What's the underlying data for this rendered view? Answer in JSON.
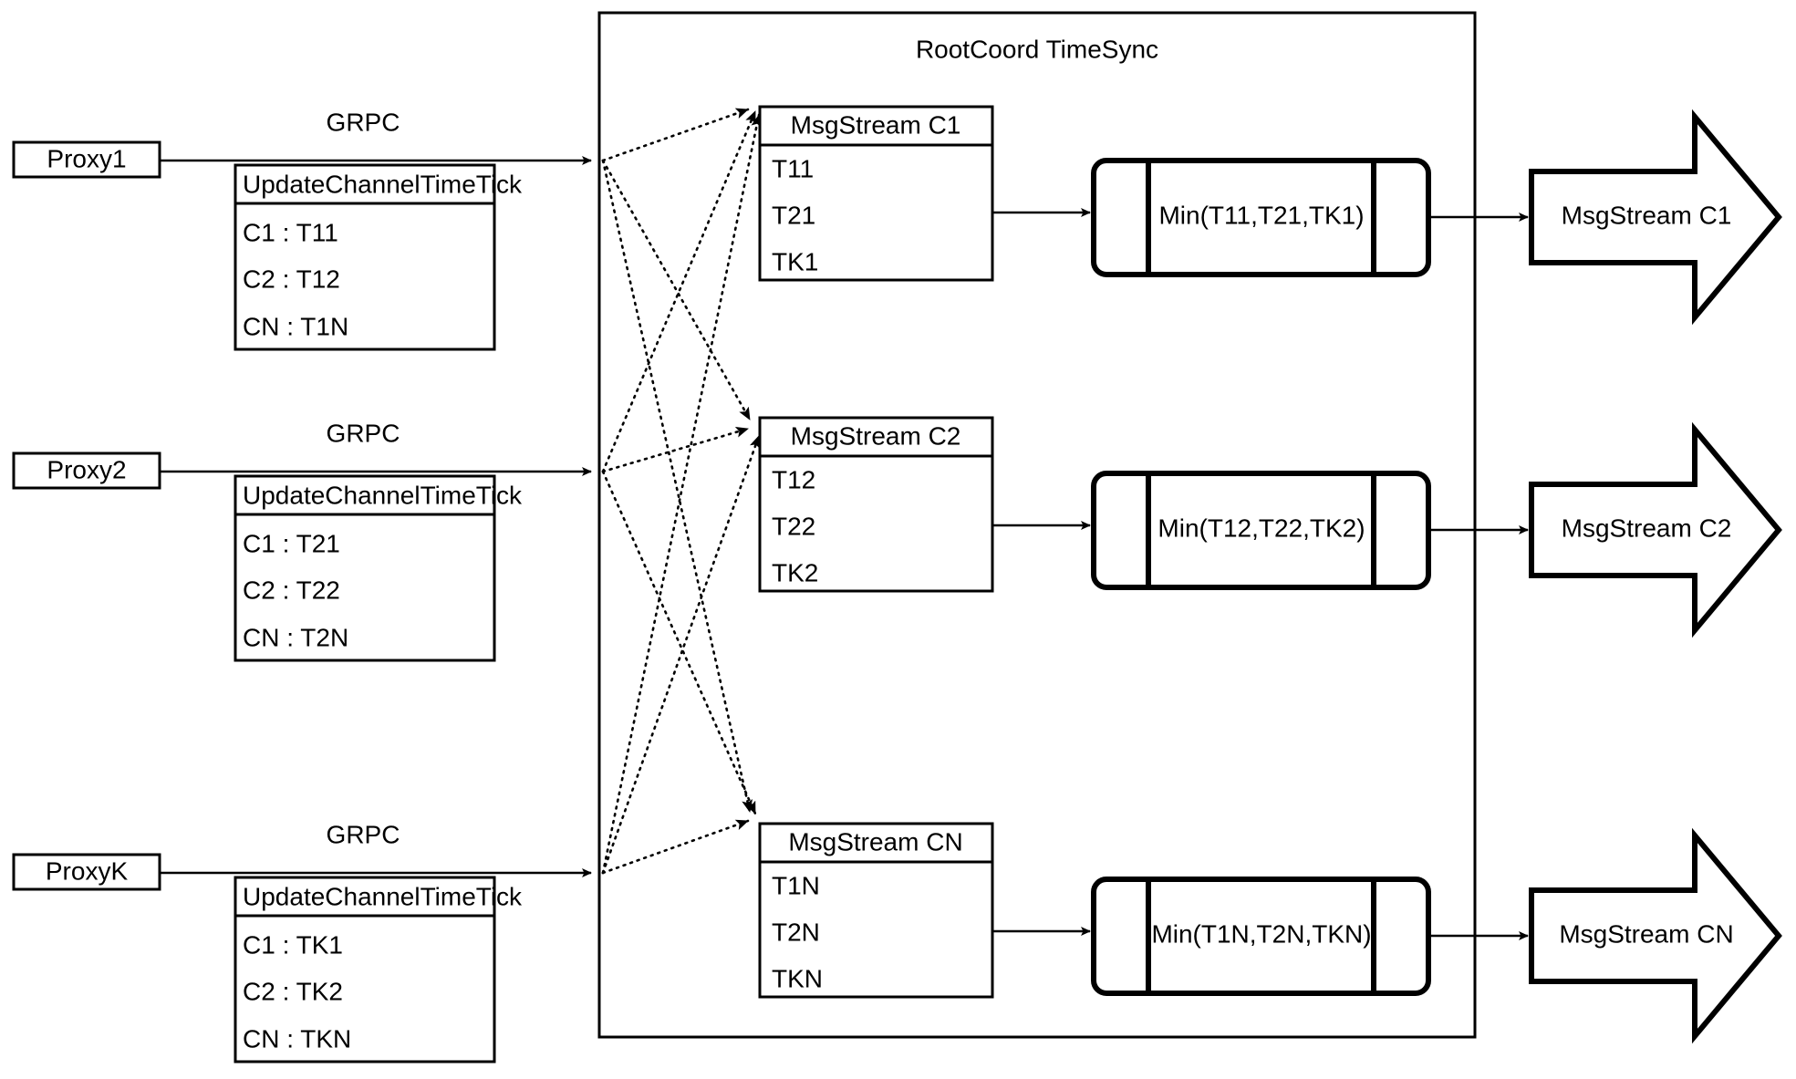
{
  "diagram": {
    "title": "RootCoord TimeSync",
    "container_label": "RootCoord TimeSync",
    "proxies": [
      {
        "name": "Proxy1",
        "link_label": "GRPC",
        "message": {
          "header": "UpdateChannelTimeTick",
          "rows": [
            "C1 :  T11",
            "C2 :  T12",
            "CN : T1N"
          ]
        }
      },
      {
        "name": "Proxy2",
        "link_label": "GRPC",
        "message": {
          "header": "UpdateChannelTimeTick",
          "rows": [
            "C1 :  T21",
            "C2 :  T22",
            "CN : T2N"
          ]
        }
      },
      {
        "name": "ProxyK",
        "link_label": "GRPC",
        "message": {
          "header": "UpdateChannelTimeTick",
          "rows": [
            "C1 :  TK1",
            "C2 :  TK2",
            "CN : TKN"
          ]
        }
      }
    ],
    "channels": [
      {
        "stream": {
          "header": "MsgStream C1",
          "rows": [
            "T11",
            "T21",
            "TK1"
          ]
        },
        "process": {
          "label": "Min(T11,T21,TK1)"
        },
        "output": {
          "label": "MsgStream C1"
        }
      },
      {
        "stream": {
          "header": "MsgStream C2",
          "rows": [
            "T12",
            "T22",
            "TK2"
          ]
        },
        "process": {
          "label": "Min(T12,T22,TK2)"
        },
        "output": {
          "label": "MsgStream C2"
        }
      },
      {
        "stream": {
          "header": "MsgStream CN",
          "rows": [
            "T1N",
            "T2N",
            "TKN"
          ]
        },
        "process": {
          "label": "Min(T1N,T2N,TKN)"
        },
        "output": {
          "label": "MsgStream CN"
        }
      }
    ],
    "colors": {
      "stroke": "#000000",
      "fill": "#ffffff",
      "background": "#ffffff"
    }
  }
}
